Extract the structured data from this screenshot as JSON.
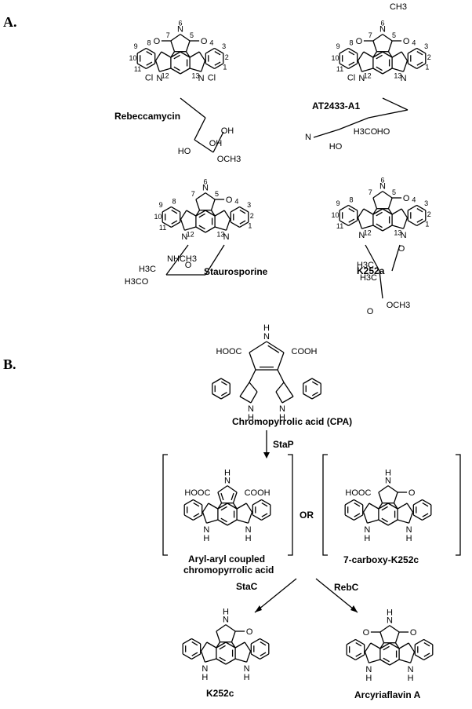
{
  "panels": {
    "a": "A.",
    "b": "B."
  },
  "compounds": {
    "rebeccamycin": "Rebeccamycin",
    "at2433": "AT2433-A1",
    "staurosporine": "Staurosporine",
    "k252a": "K252a",
    "cpa": "Chromopyrrolic acid (CPA)",
    "aryl_line1": "Aryl-aryl coupled",
    "aryl_line2": "chromopyrrolic acid",
    "carboxy": "7-carboxy-K252c",
    "k252c": "K252c",
    "arcyriaflavin": "Arcyriaflavin A"
  },
  "enzymes": {
    "stap": "StaP",
    "stac": "StaC",
    "rebc": "RebC"
  },
  "connector": "OR",
  "atoms": {
    "o": "O",
    "n": "N",
    "nh": "NH",
    "h": "H",
    "cl": "Cl",
    "ch3": "CH3",
    "nhch3": "NHCH3",
    "ho": "HO",
    "oh": "OH",
    "och3": "OCH3",
    "h3co": "H3CO",
    "h3c": "H3C",
    "cooh": "COOH",
    "hooc": "HOOC"
  },
  "ring_numbers": [
    "1",
    "2",
    "3",
    "4",
    "5",
    "6",
    "7",
    "8",
    "9",
    "10",
    "11",
    "12",
    "13"
  ]
}
